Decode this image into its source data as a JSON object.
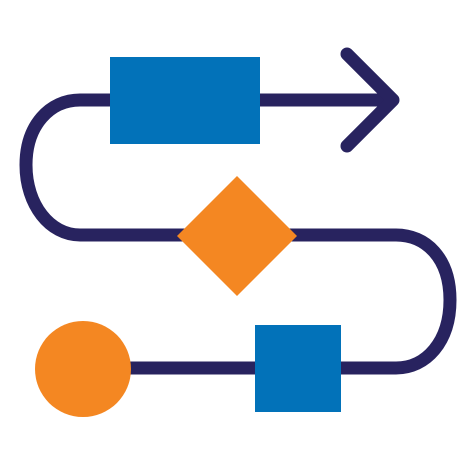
{
  "icon": {
    "name": "process-flow-icon",
    "colors": {
      "path": "#28235f",
      "rectangle": "#0272b9",
      "diamond": "#f48722",
      "circle": "#f48722",
      "square": "#0272b9",
      "background": "#ffffff"
    },
    "elements": [
      {
        "name": "start-circle",
        "shape": "circle"
      },
      {
        "name": "process-square",
        "shape": "square"
      },
      {
        "name": "decision-diamond",
        "shape": "diamond"
      },
      {
        "name": "process-rectangle",
        "shape": "rectangle"
      },
      {
        "name": "end-arrow",
        "shape": "arrow"
      }
    ]
  }
}
